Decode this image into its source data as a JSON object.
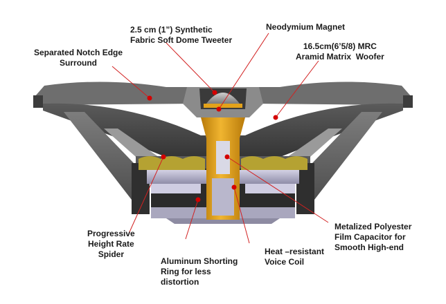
{
  "labels": {
    "tweeter": "2.5 cm (1”) Synthetic\nFabric Soft Dome Tweeter",
    "magnet": "Neodymium Magnet",
    "surround": "Separated Notch Edge\nSurround",
    "woofer": "16.5cm(6’5/8) MRC\nAramid Matrix  Woofer",
    "spider": "Progressive\nHeight Rate\nSpider",
    "shorting_ring": "Aluminum Shorting\nRing for less\ndistortion",
    "voice_coil": "Heat –resistant\nVoice Coil",
    "capacitor": "Metalized Polyester\nFilm Capacitor for\nSmooth High-end"
  },
  "colors": {
    "leader_line": "#d22020",
    "marker_dot": "#d40000",
    "cone": "#4a4a4a",
    "frame": "#6a6a6a",
    "core": "#e3a21a",
    "spider": "#b5a232",
    "magnet_ring": "#b9b7cc"
  }
}
